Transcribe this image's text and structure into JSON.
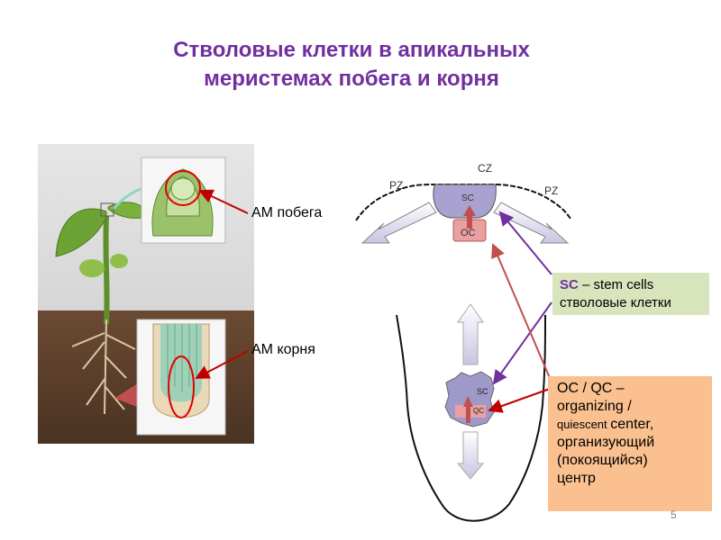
{
  "title": {
    "line1": "Стволовые клетки в апикальных",
    "line2": "меристемах побега и корня"
  },
  "labels": {
    "am_shoot": "АМ побега",
    "am_root": "АМ корня"
  },
  "shoot_diagram": {
    "pz_left": "PZ",
    "cz": "CZ",
    "pz_right": "PZ",
    "sc": "SC",
    "oc": "OC"
  },
  "root_diagram": {
    "sc": "SC",
    "qc": "QC"
  },
  "sc_box": {
    "abbr": "SC",
    "line1": " – stem cells",
    "line2": "стволовые клетки"
  },
  "oc_box": {
    "line1": "OC / QC –",
    "line2": "organizing  /",
    "line3_small": "quiescent ",
    "line3_rest": "center,",
    "line4": "организующий",
    "line5": "(покоящийся)",
    "line6": "центр"
  },
  "page_number": "5",
  "colors": {
    "title": "#7030a0",
    "sc_box": "#d8e4bc",
    "oc_box": "#fac090",
    "arrow_red": "#c00000",
    "arrow_purple": "#7030a0",
    "sc_zone": "#a9a2d0",
    "oc_zone": "#e8a0a0"
  }
}
